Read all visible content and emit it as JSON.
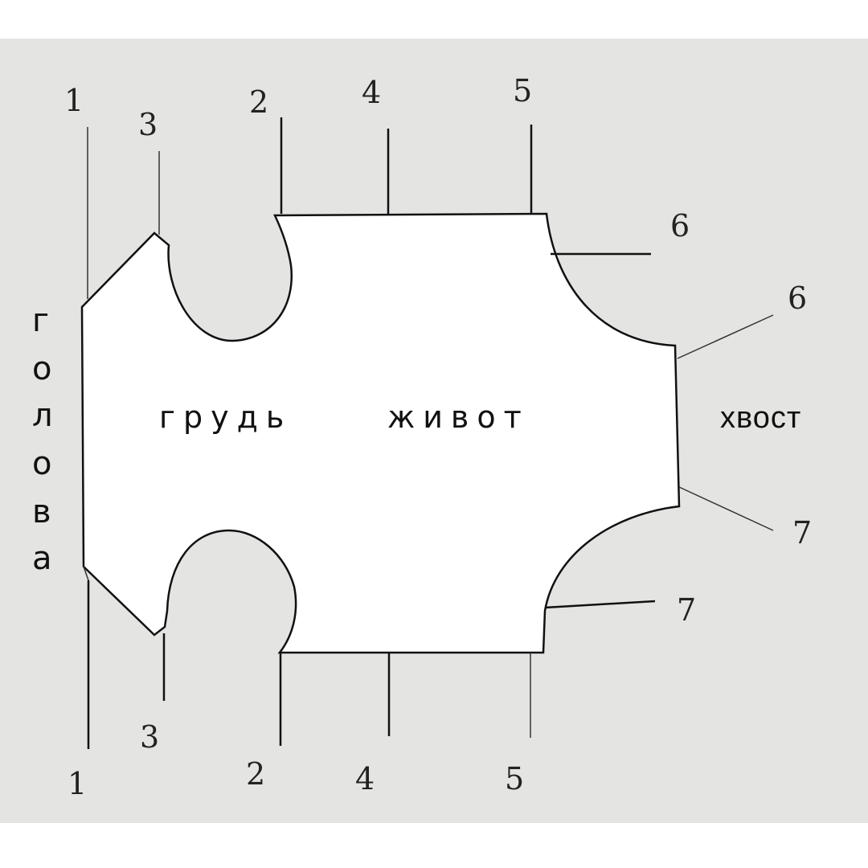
{
  "labels": {
    "head": "голова",
    "thorax": "грудь",
    "abdomen": "живот",
    "tail": "хвост"
  },
  "head_letters": [
    "г",
    "о",
    "л",
    "о",
    "в",
    "а"
  ],
  "numbers": {
    "n1_top": "1",
    "n1_bottom": "1",
    "n2_top": "2",
    "n2_bottom": "2",
    "n3_top": "3",
    "n3_bottom": "3",
    "n4_top": "4",
    "n4_bottom": "4",
    "n5_top": "5",
    "n5_bottom": "5",
    "n6_upper": "6",
    "n6_lower": "6",
    "n7_upper": "7",
    "n7_lower": "7"
  }
}
